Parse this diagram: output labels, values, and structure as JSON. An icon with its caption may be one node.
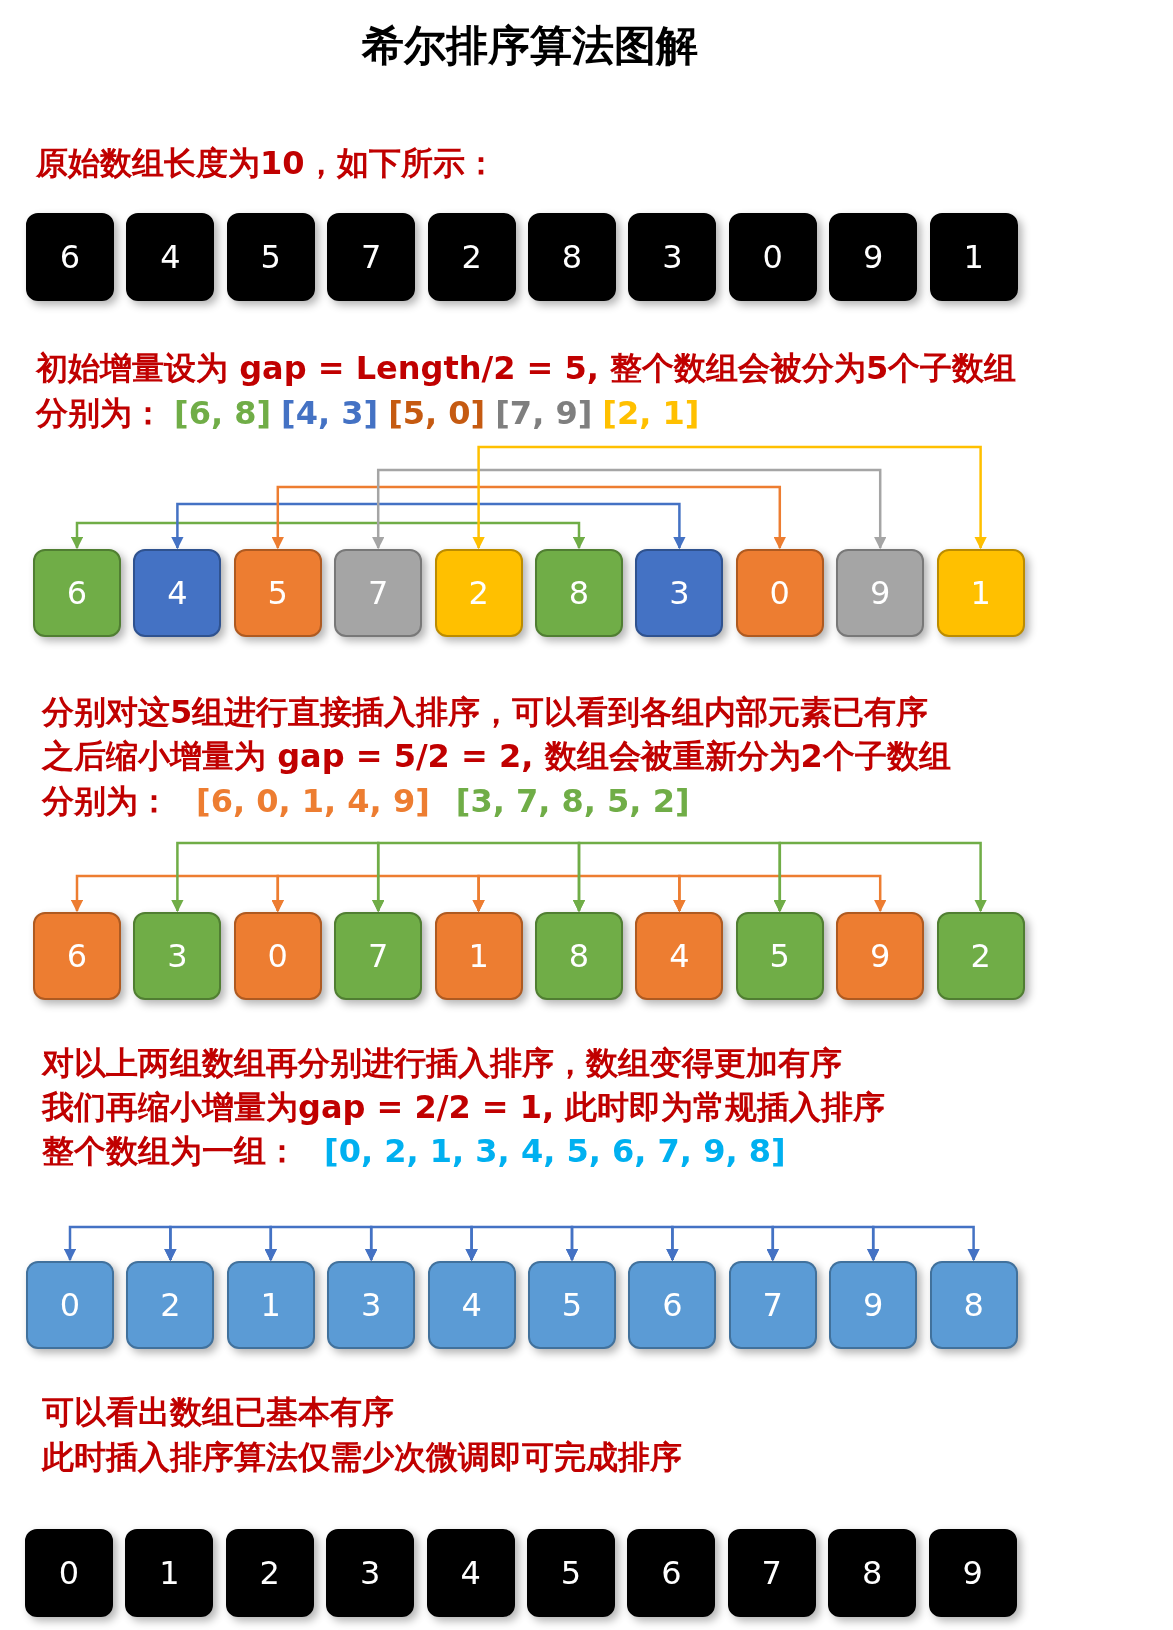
{
  "diagram": {
    "title": "希尔排序算法图解",
    "nodes": [
      {
        "text": [
          "6"
        ]
      },
      {
        "text": [
          "4"
        ]
      },
      {
        "text": [
          "5"
        ]
      },
      {
        "text": [
          "7"
        ]
      },
      {
        "text": [
          "2"
        ]
      },
      {
        "text": [
          "8"
        ]
      },
      {
        "text": [
          "3"
        ]
      },
      {
        "text": [
          "0"
        ]
      },
      {
        "text": [
          "9"
        ]
      },
      {
        "text": [
          "1"
        ]
      },
      {
        "text": [
          "6"
        ]
      },
      {
        "text": [
          "4"
        ]
      },
      {
        "text": [
          "5"
        ]
      },
      {
        "text": [
          "7"
        ]
      },
      {
        "text": [
          "2"
        ]
      },
      {
        "text": [
          "8"
        ]
      },
      {
        "text": [
          "3"
        ]
      },
      {
        "text": [
          "0"
        ]
      },
      {
        "text": [
          "9"
        ]
      },
      {
        "text": [
          "1"
        ]
      },
      {
        "text": [
          "6"
        ]
      },
      {
        "text": [
          "3"
        ]
      },
      {
        "text": [
          "0"
        ]
      },
      {
        "text": [
          "7"
        ]
      },
      {
        "text": [
          "1"
        ]
      },
      {
        "text": [
          "8"
        ]
      },
      {
        "text": [
          "4"
        ]
      },
      {
        "text": [
          "5"
        ]
      },
      {
        "text": [
          "9"
        ]
      },
      {
        "text": [
          "2"
        ]
      },
      {
        "text": [
          "0"
        ]
      },
      {
        "text": [
          "2"
        ]
      },
      {
        "text": [
          "1"
        ]
      },
      {
        "text": [
          "3"
        ]
      },
      {
        "text": [
          "4"
        ]
      },
      {
        "text": [
          "5"
        ]
      },
      {
        "text": [
          "6"
        ]
      },
      {
        "text": [
          "7"
        ]
      },
      {
        "text": [
          "9"
        ]
      },
      {
        "text": [
          "8"
        ]
      },
      {
        "text": [
          "0"
        ]
      },
      {
        "text": [
          "1"
        ]
      },
      {
        "text": [
          "2"
        ]
      },
      {
        "text": [
          "3"
        ]
      },
      {
        "text": [
          "4"
        ]
      },
      {
        "text": [
          "5"
        ]
      },
      {
        "text": [
          "6"
        ]
      },
      {
        "text": [
          "7"
        ]
      },
      {
        "text": [
          "8"
        ]
      },
      {
        "text": [
          "9"
        ]
      }
    ],
    "edges": [
      {
        "from": 10,
        "to": 15,
        "arrow": "both",
        "color": "#70ad47"
      },
      {
        "from": 11,
        "to": 16,
        "arrow": "both",
        "color": "#4472c4"
      },
      {
        "from": 12,
        "to": 17,
        "arrow": "both",
        "color": "#ed7d31"
      },
      {
        "from": 13,
        "to": 18,
        "arrow": "both",
        "color": "#a5a5a5"
      },
      {
        "from": 14,
        "to": 19,
        "arrow": "both",
        "color": "#ffc000"
      },
      {
        "from": 20,
        "to": 22,
        "arrow": "both",
        "color": "#ed7d31"
      },
      {
        "from": 22,
        "to": 24,
        "arrow": "both",
        "color": "#ed7d31"
      },
      {
        "from": 24,
        "to": 26,
        "arrow": "both",
        "color": "#ed7d31"
      },
      {
        "from": 26,
        "to": 28,
        "arrow": "both",
        "color": "#ed7d31"
      },
      {
        "from": 21,
        "to": 23,
        "arrow": "both",
        "color": "#70ad47"
      },
      {
        "from": 23,
        "to": 25,
        "arrow": "both",
        "color": "#70ad47"
      },
      {
        "from": 25,
        "to": 27,
        "arrow": "both",
        "color": "#70ad47"
      },
      {
        "from": 27,
        "to": 29,
        "arrow": "both",
        "color": "#70ad47"
      },
      {
        "from": 30,
        "to": 31,
        "arrow": "both",
        "color": "#4472c4"
      },
      {
        "from": 31,
        "to": 32,
        "arrow": "both",
        "color": "#4472c4"
      },
      {
        "from": 32,
        "to": 33,
        "arrow": "both",
        "color": "#4472c4"
      },
      {
        "from": 33,
        "to": 34,
        "arrow": "both",
        "color": "#4472c4"
      },
      {
        "from": 34,
        "to": 35,
        "arrow": "both",
        "color": "#4472c4"
      },
      {
        "from": 35,
        "to": 36,
        "arrow": "both",
        "color": "#4472c4"
      },
      {
        "from": 36,
        "to": 37,
        "arrow": "both",
        "color": "#4472c4"
      },
      {
        "from": 37,
        "to": 38,
        "arrow": "both",
        "color": "#4472c4"
      },
      {
        "from": 38,
        "to": 39,
        "arrow": "both",
        "color": "#4472c4"
      }
    ],
    "labels": [
      "原始数组长度为10，如下所示：",
      "初始增量设为 gap = Length/2 = 5, 整个数组会被分为5个子数组",
      "分别为：",
      "[6, 8]",
      "[4, 3]",
      "[5, 0]",
      "[7, 9]",
      "[2, 1]",
      "分别对这5组进行直接插入排序，可以看到各组内部元素已有序",
      "之后缩小增量为 gap = 5/2 = 2, 数组会被重新分为2个子数组",
      "分别为：",
      "[6, 0, 1, 4, 9]",
      "[3, 7, 8, 5, 2]",
      "对以上两组数组再分别进行插入排序，数组变得更加有序",
      "我们再缩小增量为gap = 2/2 = 1, 此时即为常规插入排序",
      "整个数组为一组：",
      "[0, 2, 1, 3, 4, 5, 6, 7, 9, 8]",
      "可以看出数组已基本有序",
      "此时插入排序算法仅需少次微调即可完成排序"
    ]
  }
}
